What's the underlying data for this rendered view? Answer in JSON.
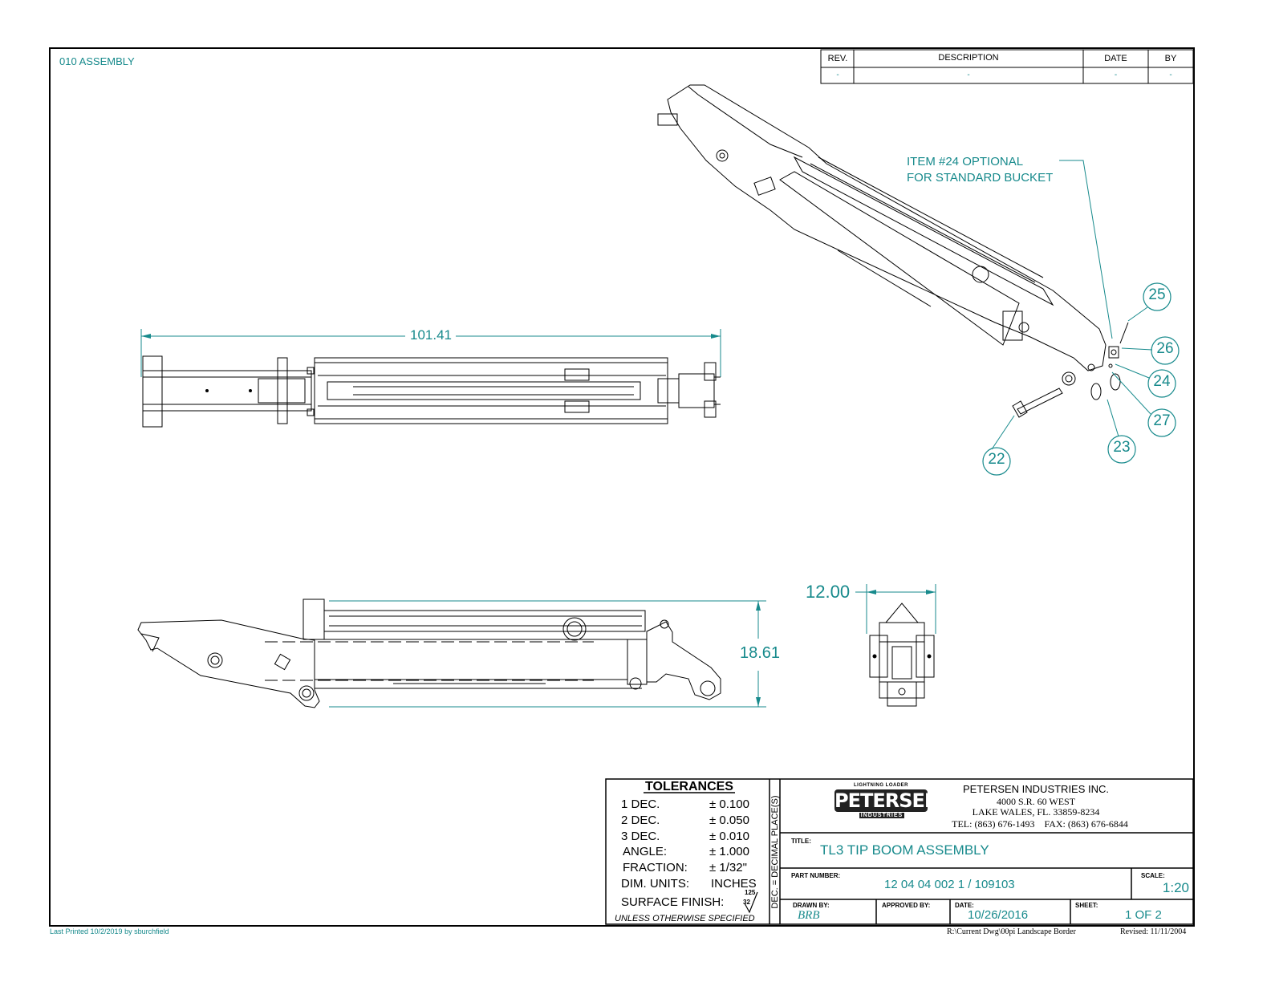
{
  "sheet": {
    "header_note": "010 ASSEMBLY",
    "last_printed": "Last Printed 10/2/2019 by sburchfield",
    "border_path": "R:\\Current Dwg\\00pi Landscape Border",
    "border_revised": "Revised: 11/11/2004",
    "accent_color": "#178a8c"
  },
  "revision_block": {
    "headers": {
      "rev": "REV.",
      "description": "DESCRIPTION",
      "date": "DATE",
      "by": "BY"
    },
    "row": {
      "rev": "-",
      "description": "-",
      "date": "-",
      "by": "-"
    }
  },
  "dimensions": {
    "top_length": "101.41",
    "side_height": "18.61",
    "end_width": "12.00"
  },
  "callouts": {
    "note_line1": "ITEM #24 OPTIONAL",
    "note_line2": "FOR STANDARD BUCKET",
    "items": [
      "22",
      "23",
      "24",
      "25",
      "26",
      "27"
    ]
  },
  "tolerances": {
    "title": "TOLERANCES",
    "rows": [
      {
        "label": "1 DEC.",
        "value": "± 0.100"
      },
      {
        "label": "2 DEC.",
        "value": "± 0.050"
      },
      {
        "label": "3 DEC.",
        "value": "± 0.010"
      },
      {
        "label": "ANGLE:",
        "value": "± 1.000"
      },
      {
        "label": "FRACTION:",
        "value": "± 1/32\""
      },
      {
        "label": "DIM. UNITS:",
        "value": "INCHES"
      },
      {
        "label": "SURFACE FINISH:",
        "value": ""
      }
    ],
    "finish_top": "125",
    "finish_bottom": "32",
    "footer": "UNLESS OTHERWISE SPECIFIED",
    "side_label": "DEC. = DECIMAL PLACE(S)"
  },
  "company": {
    "logo_top": "LIGHTNING LOADER",
    "logo_main": "PETERSEN",
    "logo_sub": "INDUSTRIES",
    "name": "PETERSEN INDUSTRIES INC.",
    "address1": "4000 S.R. 60 WEST",
    "address2": "LAKE WALES, FL. 33859-8234",
    "phone": "TEL: (863) 676-1493    FAX: (863) 676-6844"
  },
  "title_block": {
    "title_label": "TITLE:",
    "title": "TL3 TIP BOOM ASSEMBLY",
    "part_label": "PART NUMBER:",
    "part_number": "12 04 04 002 1 / 109103",
    "scale_label": "SCALE:",
    "scale": "1:20",
    "drawn_label": "DRAWN BY:",
    "drawn_by": "BRB",
    "approved_label": "APPROVED BY:",
    "approved_by": "",
    "date_label": "DATE:",
    "date": "10/26/2016",
    "sheet_label": "SHEET:",
    "sheet": "1 OF 2"
  }
}
